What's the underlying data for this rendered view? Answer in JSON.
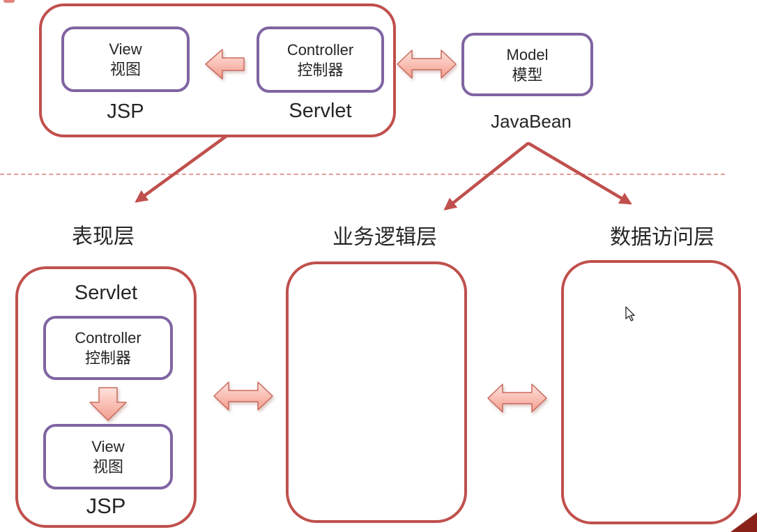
{
  "colors": {
    "container_border_red": "#c0504d",
    "inner_border_purple": "#8064a2",
    "block_arrow_fill_light": "#fde0da",
    "block_arrow_fill_dark": "#f29c8c",
    "block_arrow_stroke": "#c96a5e",
    "connector_red": "#c0504d",
    "dashed_divider_pink": "#e59b97",
    "corner_triangle_dark_red": "#8a2119",
    "text": "#262626"
  },
  "mvc": {
    "view": {
      "title": "View",
      "subtitle": "视图"
    },
    "controller": {
      "title": "Controller",
      "subtitle": "控制器"
    },
    "model": {
      "title": "Model",
      "subtitle": "模型"
    },
    "jsp_label": "JSP",
    "servlet_label": "Servlet",
    "javabean_label": "JavaBean"
  },
  "layers": {
    "presentation": "表现层",
    "business_logic": "业务逻辑层",
    "data_access": "数据访问层"
  },
  "presentation_detail": {
    "servlet_label": "Servlet",
    "controller": {
      "title": "Controller",
      "subtitle": "控制器"
    },
    "view": {
      "title": "View",
      "subtitle": "视图"
    },
    "jsp_label": "JSP"
  }
}
